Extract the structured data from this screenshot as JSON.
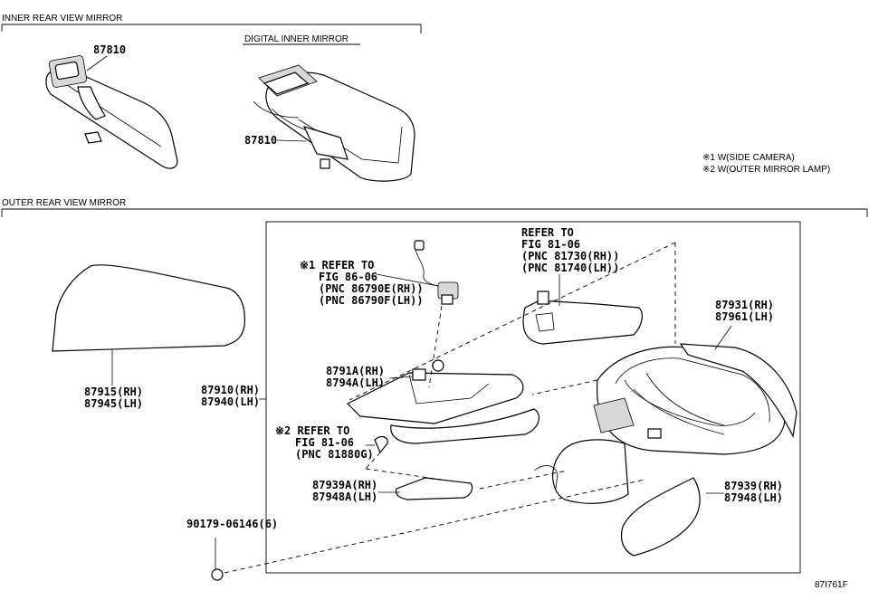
{
  "sections": {
    "inner_header": "INNER REAR VIEW MIRROR",
    "digital_header": "DIGITAL INNER MIRROR",
    "outer_header": "OUTER REAR VIEW MIRROR"
  },
  "notes": {
    "note1": "※1 W(SIDE CAMERA)",
    "note2": "※2 W(OUTER MIRROR LAMP)"
  },
  "parts": {
    "inner_mirror": "87810",
    "digital_mirror": "87810",
    "cover_rh": "87915(RH)",
    "cover_lh": "87945(LH)",
    "mirror_rh": "87910(RH)",
    "mirror_lh": "87940(LH)",
    "mirror_glass_rh": "87931(RH)",
    "mirror_glass_lh": "87961(LH)",
    "bracket_rh": "8791A(RH)",
    "bracket_lh": "8794A(LH)",
    "lower_cover_a_rh": "87939A(RH)",
    "lower_cover_a_lh": "87948A(LH)",
    "lower_cover_rh": "87939(RH)",
    "lower_cover_lh": "87948(LH)",
    "screw": "90179-06146(6)"
  },
  "references": {
    "camera_ref_1": "※1 REFER TO",
    "camera_ref_2": "FIG 86-06",
    "camera_ref_3": "(PNC 86790E(RH))",
    "camera_ref_4": "(PNC 86790F(LH))",
    "turn_ref_1": "REFER TO",
    "turn_ref_2": "FIG 81-06",
    "turn_ref_3": "(PNC 81730(RH))",
    "turn_ref_4": "(PNC 81740(LH))",
    "lamp_ref_1": "※2 REFER TO",
    "lamp_ref_2": "FIG 81-06",
    "lamp_ref_3": "(PNC 81880G)"
  },
  "figure_id": "87I761F"
}
